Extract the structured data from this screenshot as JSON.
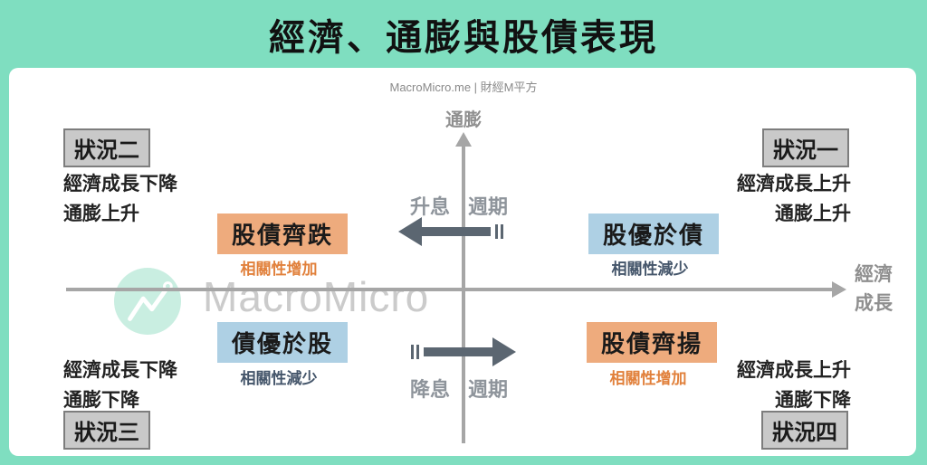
{
  "title": "經濟、通膨與股債表現",
  "subtitle": "MacroMicro.me | 財經M平方",
  "axes": {
    "y_label": "通膨",
    "x_label_line1": "經濟",
    "x_label_line2": "成長"
  },
  "watermark": {
    "text": "MacroMicro",
    "logo": "macromicro-mountain-logo"
  },
  "quadrants": {
    "top_left": {
      "badge": "狀況二",
      "line1": "經濟成長下降",
      "line2": "通膨上升",
      "box": "股債齊跌",
      "note": "相關性增加"
    },
    "top_right": {
      "badge": "狀況一",
      "line1": "經濟成長上升",
      "line2": "通膨上升",
      "box": "股優於債",
      "note": "相關性減少"
    },
    "bottom_left": {
      "badge": "狀況三",
      "line1": "經濟成長下降",
      "line2": "通膨下降",
      "box": "債優於股",
      "note": "相關性減少"
    },
    "bottom_right": {
      "badge": "狀況四",
      "line1": "經濟成長上升",
      "line2": "通膨下降",
      "box": "股債齊揚",
      "note": "相關性增加"
    }
  },
  "cycles": {
    "hike": {
      "word1": "升息",
      "word2": "週期",
      "direction": "left"
    },
    "cut": {
      "word1": "降息",
      "word2": "週期",
      "direction": "right"
    }
  },
  "colors": {
    "background_teal": "#7fdec0",
    "panel_white": "#ffffff",
    "orange_box": "#eeab7d",
    "orange_text": "#e1803b",
    "blue_box": "#aed0e4",
    "slate_text": "#44556a",
    "arrow_slate": "#5b6671",
    "axis_gray": "#a6a6a6",
    "badge_bg": "#c9c9c9",
    "badge_border": "#7d7d7d",
    "watermark_gray": "#cbcbcb",
    "axis_label_gray": "#8f8f8f"
  }
}
